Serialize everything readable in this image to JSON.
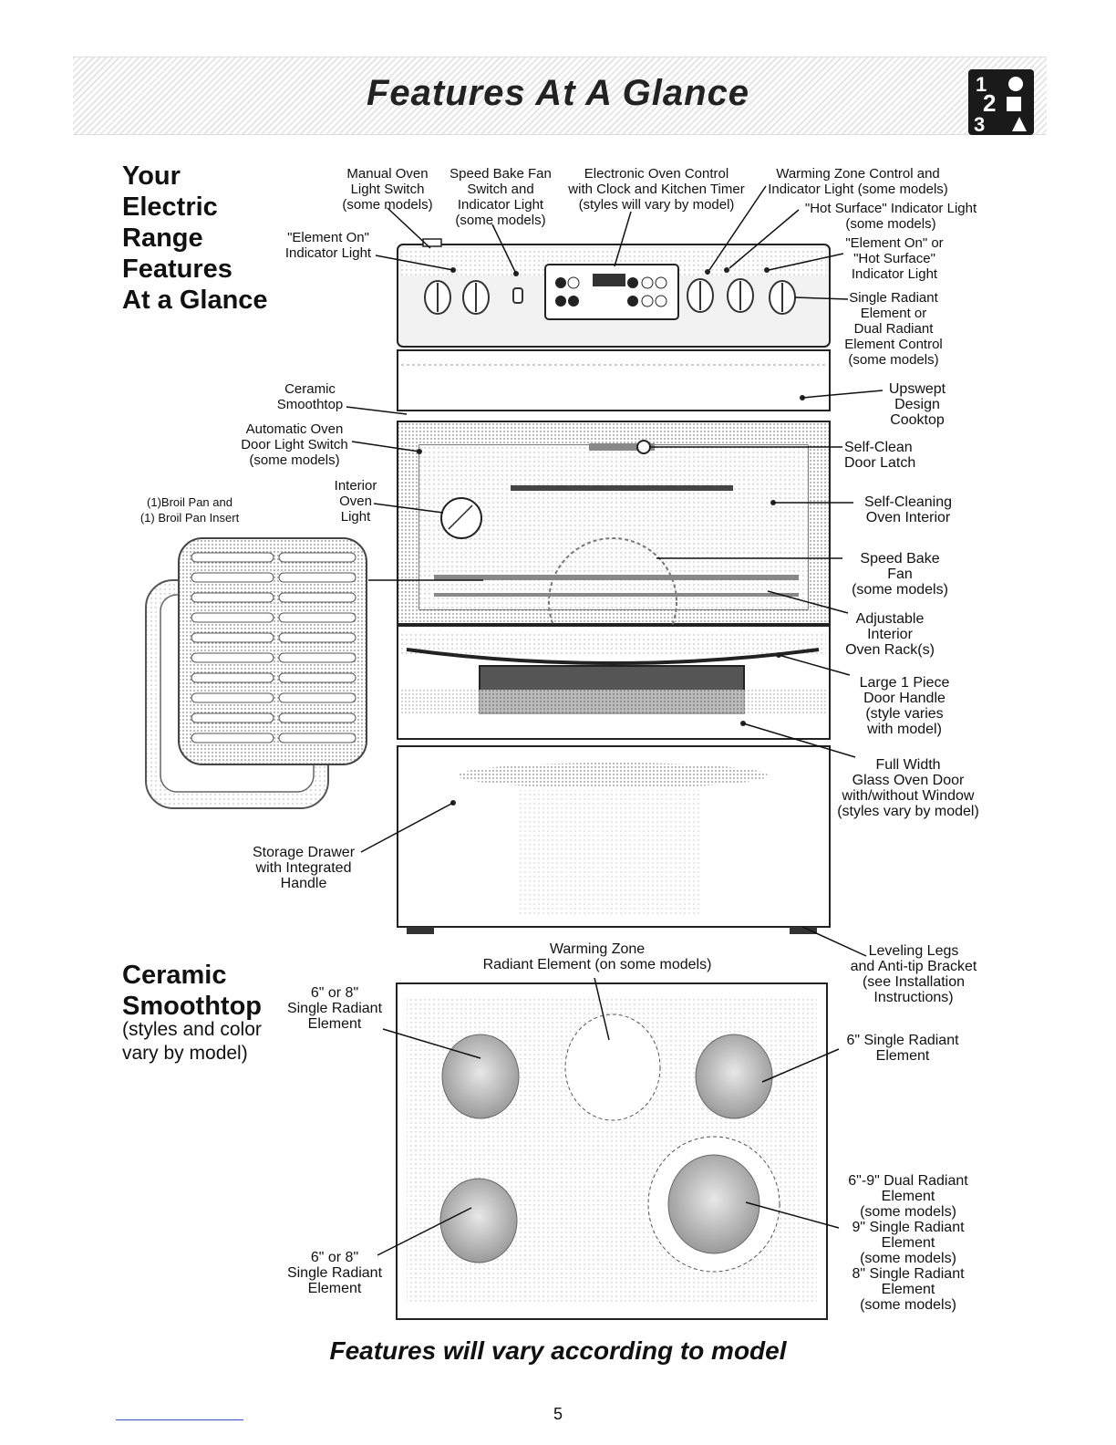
{
  "page": {
    "title": "Features At A Glance",
    "footer": "Features will vary according to model",
    "page_number": "5"
  },
  "range_section": {
    "heading_lines": [
      "Your",
      "Electric",
      "Range",
      "Features",
      "At a Glance"
    ]
  },
  "range_labels": {
    "manual_oven_light": "Manual Oven\nLight Switch\n(some models)",
    "speed_bake_switch": "Speed Bake Fan\nSwitch and\nIndicator Light\n(some models)",
    "electronic_control": "Electronic Oven Control\nwith Clock and Kitchen Timer\n(styles will vary by model)",
    "warming_zone_control": "Warming Zone Control and\nIndicator Light (some models)",
    "hot_surface_light": "\"Hot Surface\" Indicator Light\n(some models)",
    "element_on_light_left": "\"Element On\"\nIndicator Light",
    "element_on_hot_surface": "\"Element On\" or\n\"Hot Surface\"\nIndicator Light",
    "element_control": "Single Radiant\nElement or\nDual Radiant\nElement Control\n(some models)",
    "ceramic_smoothtop": "Ceramic\nSmoothtop",
    "upswept_cooktop": "Upswept\nDesign\nCooktop",
    "door_light_switch": "Automatic Oven\nDoor Light Switch\n(some models)",
    "self_clean_latch": "Self-Clean\nDoor Latch",
    "broil_pan": "(1)Broil Pan and\n(1) Broil Pan Insert",
    "interior_light": "Interior\nOven\nLight",
    "self_cleaning_interior": "Self-Cleaning\nOven Interior",
    "speed_bake_fan": "Speed Bake\nFan\n(some models)",
    "oven_racks": "Adjustable\nInterior\nOven Rack(s)",
    "door_handle": "Large 1 Piece\nDoor Handle\n(style varies\nwith model)",
    "glass_door": "Full Width\nGlass Oven Door\nwith/without Window\n(styles vary by model)",
    "storage_drawer": "Storage Drawer\nwith Integrated\nHandle",
    "leveling_legs": "Leveling Legs\nand Anti-tip Bracket\n(see Installation\nInstructions)"
  },
  "smoothtop_section": {
    "heading_lines": [
      "Ceramic",
      "Smoothtop"
    ],
    "subheading_lines": [
      "(styles and color",
      "vary by model)"
    ]
  },
  "smoothtop_labels": {
    "warming_zone": "Warming Zone\nRadiant Element (on some models)",
    "single_top_left": "6\" or 8\"\nSingle Radiant\nElement",
    "single_6_right": "6\" Single Radiant\nElement",
    "single_bottom_left": "6\" or 8\"\nSingle Radiant\nElement",
    "dual_radiant": "6\"-9\" Dual Radiant\nElement\n(some models)\n9\" Single Radiant\nElement\n(some models)\n8\" Single Radiant\nElement\n(some models)"
  },
  "logo": {
    "digits": [
      "1",
      "2",
      "3"
    ]
  },
  "colors": {
    "ink": "#111111",
    "panel": "#d0d0d0",
    "burner": "#bdbdbd"
  }
}
